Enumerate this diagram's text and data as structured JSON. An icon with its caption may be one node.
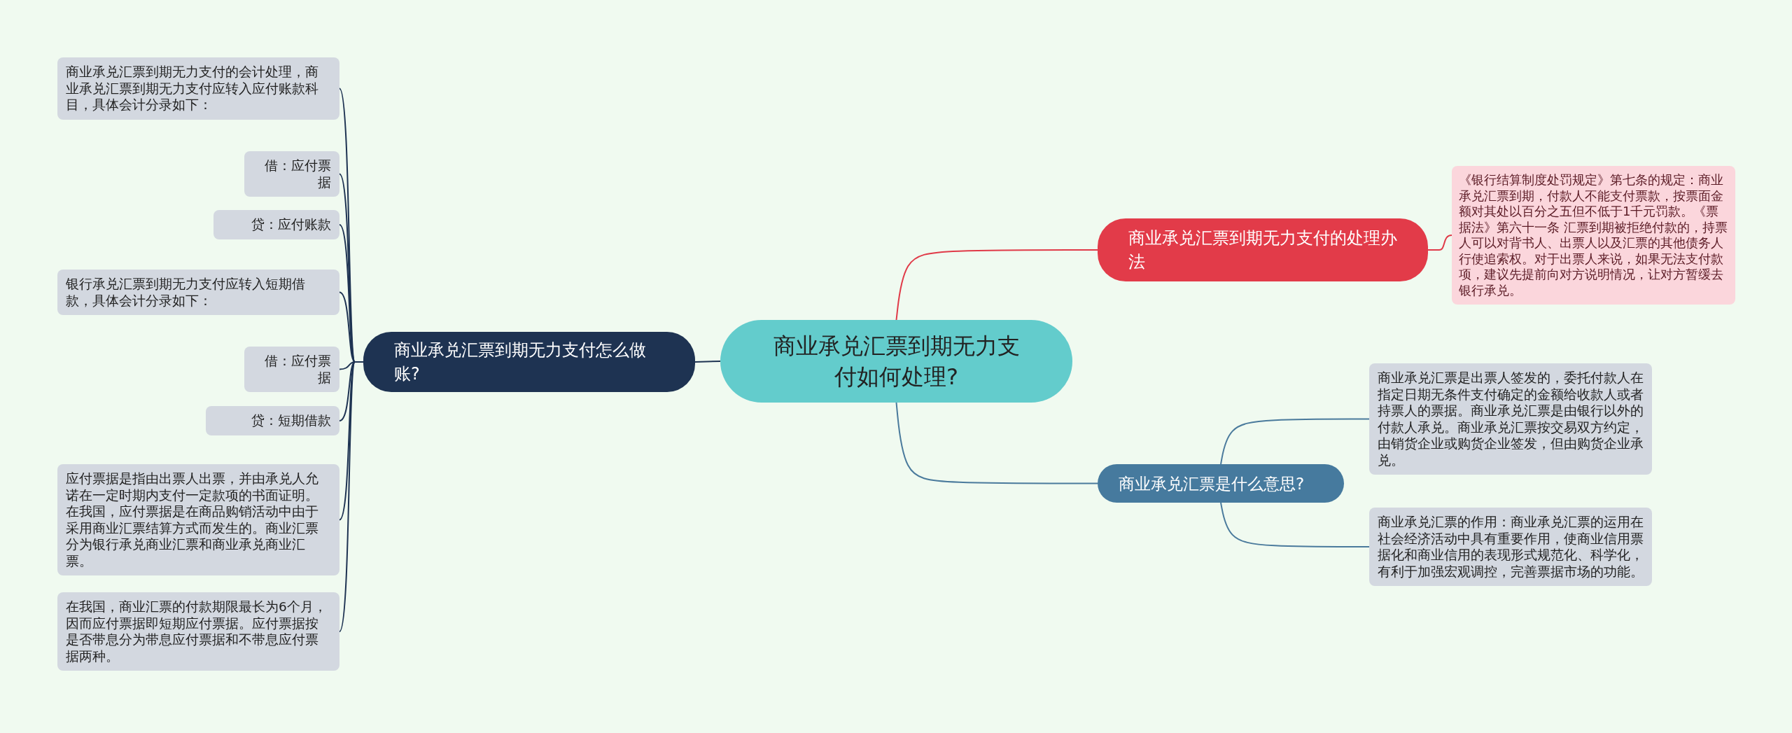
{
  "diagram": {
    "nodes": [
      {
        "text": [
          "商业承兑汇票到期无力支付如何处理?"
        ]
      },
      {
        "text": [
          "商业承兑汇票到期无力支付怎么做账?"
        ]
      },
      {
        "text": [
          "商业承兑汇票到期无力支付的会计处理，商业承兑汇票到期无力支付应转入应付账款科目，具体会计分录如下："
        ]
      },
      {
        "text": [
          "借：应付票据"
        ]
      },
      {
        "text": [
          "贷：应付账款"
        ]
      },
      {
        "text": [
          "银行承兑汇票到期无力支付应转入短期借款，具体会计分录如下："
        ]
      },
      {
        "text": [
          "借：应付票据"
        ]
      },
      {
        "text": [
          "贷：短期借款"
        ]
      },
      {
        "text": [
          "应付票据是指由出票人出票，并由承兑人允诺在一定时期内支付一定款项的书面证明。在我国，应付票据是在商品购销活动中由于采用商业汇票结算方式而发生的。商业汇票分为银行承兑商业汇票和商业承兑商业汇票。"
        ]
      },
      {
        "text": [
          "在我国，商业汇票的付款期限最长为6个月，因而应付票据即短期应付票据。应付票据按是否带息分为带息应付票据和不带息应付票据两种。"
        ]
      },
      {
        "text": [
          "商业承兑汇票到期无力支付的处理办法"
        ]
      },
      {
        "text": [
          "《银行结算制度处罚规定》第七条的规定：商业承兑汇票到期，付款人不能支付票款，按票面金额对其处以百分之五但不低于1千元罚款。《票据法》第六十一条 汇票到期被拒绝付款的，持票人可以对背书人、出票人以及汇票的其他债务人行使追索权。对于出票人来说，如果无法支付款项，建议先提前向对方说明情况，让对方暂缓去银行承兑。"
        ]
      },
      {
        "text": [
          "商业承兑汇票是什么意思?"
        ]
      },
      {
        "text": [
          "商业承兑汇票是出票人签发的，委托付款人在指定日期无条件支付确定的金额给收款人或者持票人的票据。商业承兑汇票是由银行以外的付款人承兑。商业承兑汇票按交易双方约定，由销货企业或购货企业签发，但由购货企业承兑。"
        ]
      },
      {
        "text": [
          "商业承兑汇票的作用：商业承兑汇票的运用在社会经济活动中具有重要作用，使商业信用票据化和商业信用的表现形式规范化、科学化，有利于加强宏观调控，完善票据市场的功能。"
        ]
      }
    ],
    "edges": [
      {
        "from": 0,
        "to": 1,
        "arrow": "none"
      },
      {
        "from": 1,
        "to": 2,
        "arrow": "none"
      },
      {
        "from": 1,
        "to": 3,
        "arrow": "none"
      },
      {
        "from": 1,
        "to": 4,
        "arrow": "none"
      },
      {
        "from": 1,
        "to": 5,
        "arrow": "none"
      },
      {
        "from": 1,
        "to": 6,
        "arrow": "none"
      },
      {
        "from": 1,
        "to": 7,
        "arrow": "none"
      },
      {
        "from": 1,
        "to": 8,
        "arrow": "none"
      },
      {
        "from": 1,
        "to": 9,
        "arrow": "none"
      },
      {
        "from": 0,
        "to": 10,
        "arrow": "none",
        "color": "#e03a48"
      },
      {
        "from": 10,
        "to": 11,
        "arrow": "none",
        "color": "#e03a48"
      },
      {
        "from": 0,
        "to": 12,
        "arrow": "none",
        "color": "#4a7a9c"
      },
      {
        "from": 12,
        "to": 13,
        "arrow": "none",
        "color": "#4a7a9c"
      },
      {
        "from": 12,
        "to": 14,
        "arrow": "none",
        "color": "#4a7a9c"
      }
    ]
  }
}
